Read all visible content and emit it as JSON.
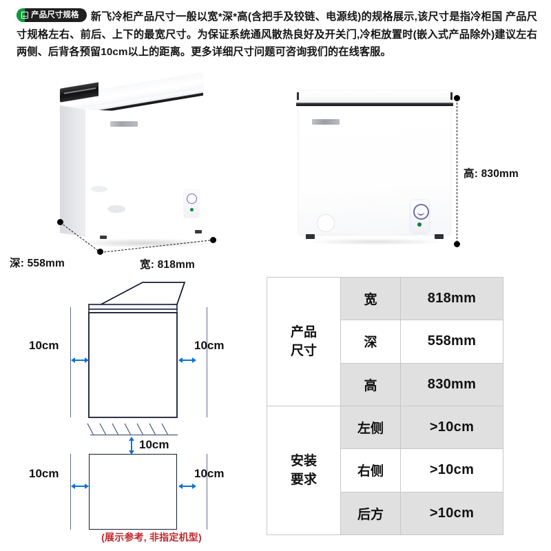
{
  "header": {
    "badge": {
      "icon": "document-list-icon",
      "label": "产品尺寸规格"
    },
    "description": "新飞冷柜产品尺寸一般以宽*深*高(含把手及铰链、电源线)的规格展示,该尺寸是指冷柜国 产品尺寸规格左右、前后、上下的最宽尺寸。为保证系统通风散热良好及开关门,冷柜放置时(嵌入式产品除外)建议左右两侧、后背各预留10cm以上的距离。更多详细尺寸问题可咨询我们的在线客服。"
  },
  "photos": {
    "perspective": {
      "name": "chest-freezer-perspective-photo",
      "depth_label": "深: 558mm",
      "width_label": "宽: 818mm"
    },
    "front": {
      "name": "chest-freezer-front-photo",
      "height_label": "高: 830mm"
    }
  },
  "clearance": {
    "front_view": {
      "left_label": "10cm",
      "right_label": "10cm"
    },
    "rear_gap_label": "10cm",
    "top_view": {
      "left_label": "10cm",
      "right_label": "10cm"
    },
    "caption": "(展示参考, 非指定机型)"
  },
  "spec_table": {
    "groups": [
      {
        "name": "产品尺寸",
        "rows": [
          {
            "key": "宽",
            "value": "818mm",
            "shaded": true
          },
          {
            "key": "深",
            "value": "558mm",
            "shaded": false
          },
          {
            "key": "高",
            "value": "830mm",
            "shaded": true
          }
        ]
      },
      {
        "name": "安装要求",
        "rows": [
          {
            "key": "左侧",
            "value": ">10cm",
            "shaded": true
          },
          {
            "key": "右侧",
            "value": ">10cm",
            "shaded": false
          },
          {
            "key": "后方",
            "value": ">10cm",
            "shaded": true
          }
        ]
      }
    ]
  },
  "colors": {
    "badge_accent": "#0f9b3d",
    "badge_bg": "#1f1f1f",
    "arrow_blue": "#0b72d4",
    "outline_navy": "#141b33",
    "caption_red": "#c0272d",
    "table_shade": "#e0e0e0",
    "table_border": "#c7c7c7"
  }
}
